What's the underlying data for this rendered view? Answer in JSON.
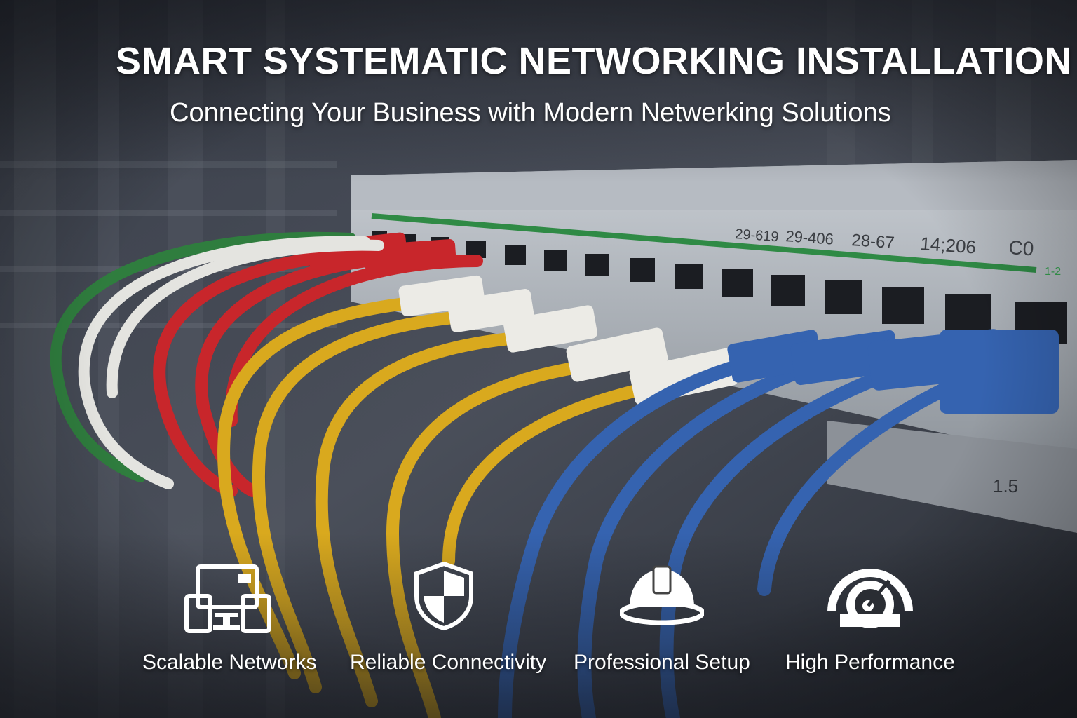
{
  "header": {
    "title": "SMART SYSTEMATIC NETWORKING INSTALLATION",
    "subtitle": "Connecting Your Business with Modern Netwerking Solutions"
  },
  "switch_labels": [
    "29-619",
    "29-406",
    "28-67",
    "14;206",
    "C0",
    "1-2"
  ],
  "bracket_label": "1.5",
  "features": [
    {
      "icon": "devices-icon",
      "label": "Scalable Networks"
    },
    {
      "icon": "shield-icon",
      "label": "Reliable Connectivity"
    },
    {
      "icon": "hard-hat-icon",
      "label": "Professional Setup"
    },
    {
      "icon": "speedometer-icon",
      "label": "High Performance"
    }
  ],
  "colors": {
    "cable_red": "#c8262b",
    "cable_yellow": "#d9a91e",
    "cable_blue": "#3563b0",
    "cable_green": "#2f7d3e",
    "status_strip": "#2f8a45"
  }
}
